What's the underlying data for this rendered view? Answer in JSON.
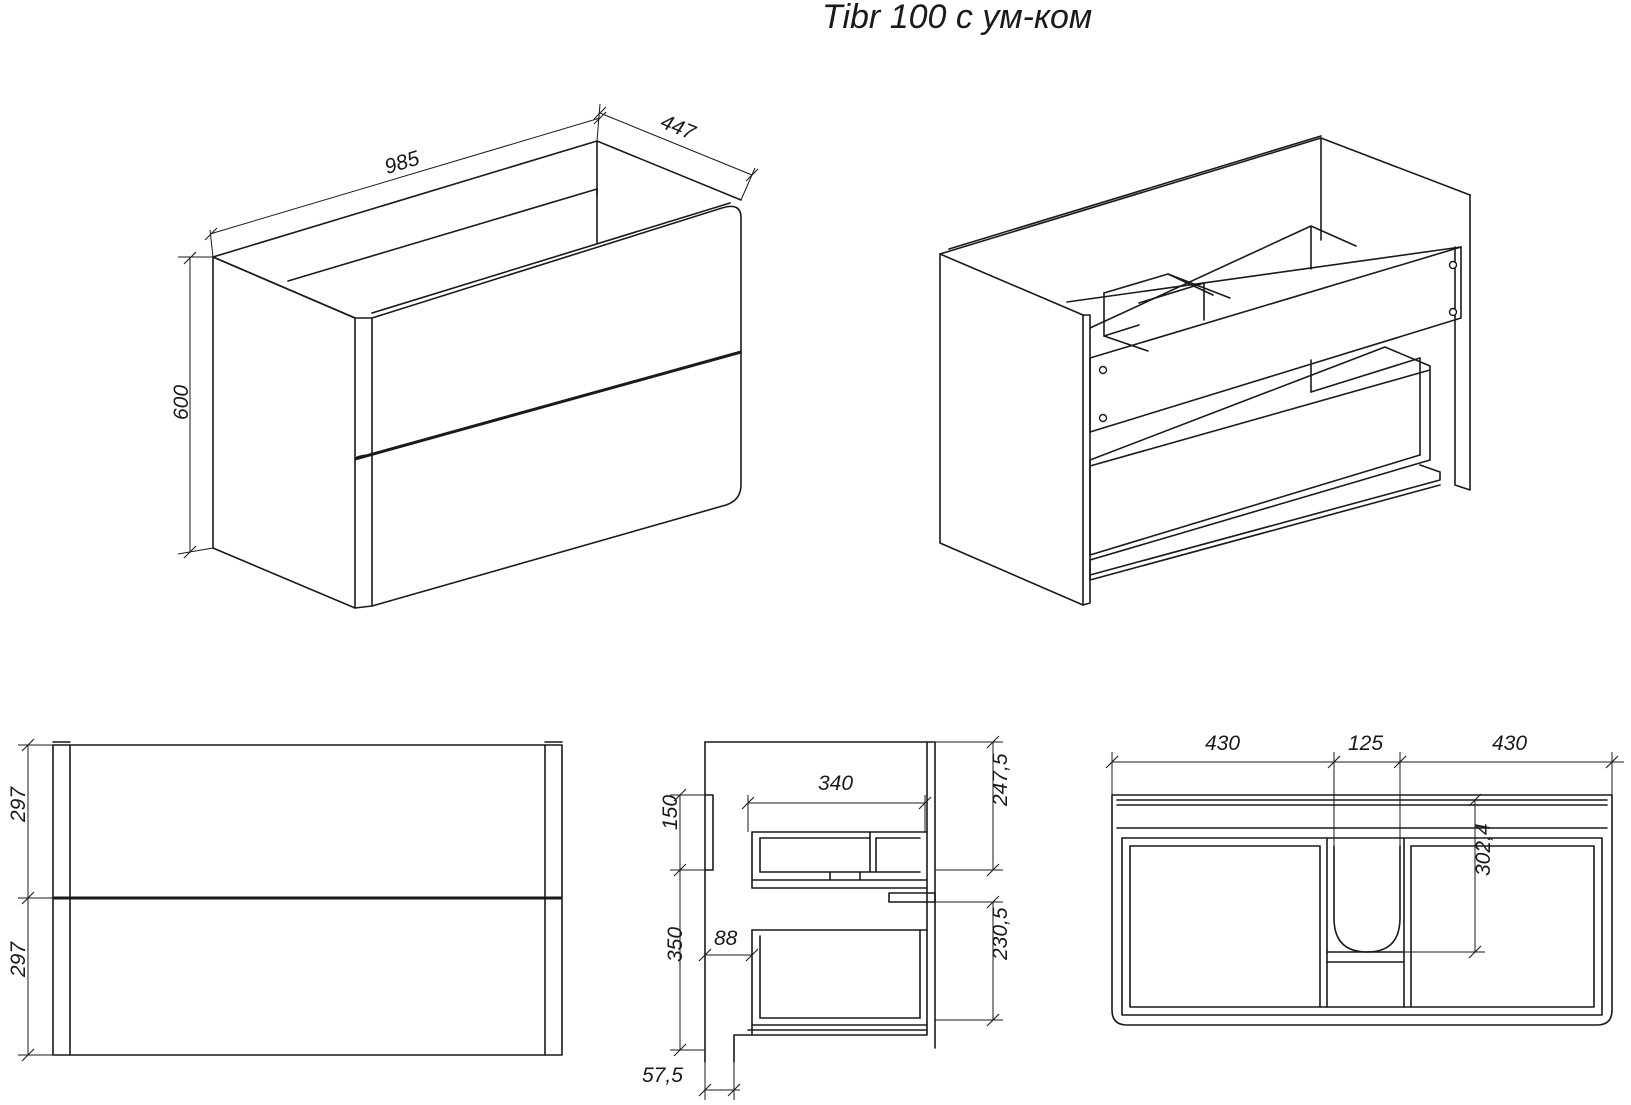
{
  "title": "Tibr 100 с ум-ком",
  "iso_dimensions": {
    "width": "985",
    "depth": "447",
    "height": "600"
  },
  "front_view_dimensions": {
    "upper": "297",
    "lower": "297"
  },
  "side_view_dimensions": {
    "inner_width": "340",
    "upper_height": "247,5",
    "upper_clearance": "150",
    "lower_height": "230,5",
    "lower_clearance": "350",
    "drawer_offset": "88",
    "bottom_offset": "57,5"
  },
  "top_view_dimensions": {
    "left": "430",
    "middle": "125",
    "right": "430",
    "cutout_depth": "302,4"
  }
}
